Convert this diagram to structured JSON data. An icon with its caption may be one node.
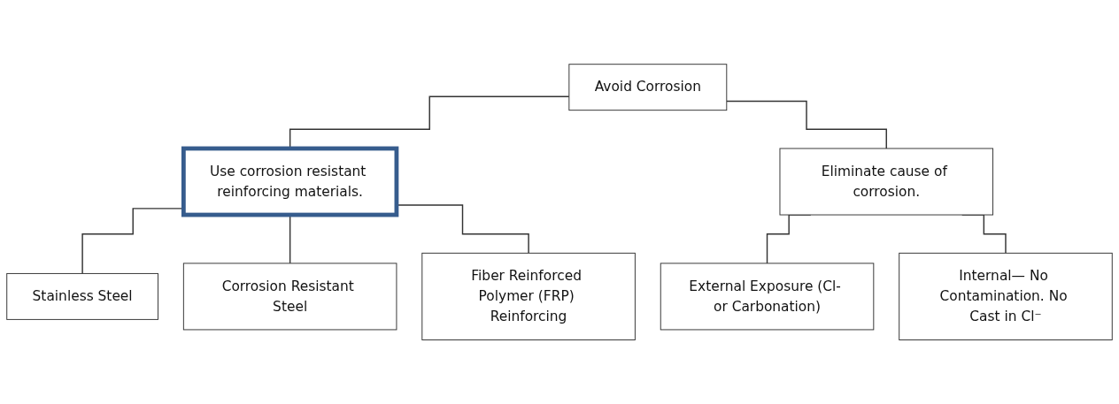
{
  "diagram": {
    "nodes": [
      {
        "text": [
          "Avoid Corrosion"
        ]
      },
      {
        "text": [
          "Use corrosion resistant reinforcing materials."
        ]
      },
      {
        "text": [
          "Eliminate cause of corrosion."
        ]
      },
      {
        "text": [
          "Stainless Steel"
        ]
      },
      {
        "text": [
          "Corrosion Resistant Steel"
        ]
      },
      {
        "text": [
          "Fiber Reinforced Polymer (FRP) Reinforcing"
        ]
      },
      {
        "text": [
          "External Exposure (Cl- or Carbonation)"
        ]
      },
      {
        "text": [
          "Internal— No Contamination. No Cast in Cl⁻"
        ]
      }
    ],
    "edges": [
      {
        "from": 0,
        "to": 1,
        "arrow": "none"
      },
      {
        "from": 0,
        "to": 2,
        "arrow": "none"
      },
      {
        "from": 1,
        "to": 3,
        "arrow": "none"
      },
      {
        "from": 1,
        "to": 4,
        "arrow": "none"
      },
      {
        "from": 1,
        "to": 5,
        "arrow": "none"
      },
      {
        "from": 2,
        "to": 6,
        "arrow": "none"
      },
      {
        "from": 2,
        "to": 7,
        "arrow": "none"
      }
    ]
  }
}
